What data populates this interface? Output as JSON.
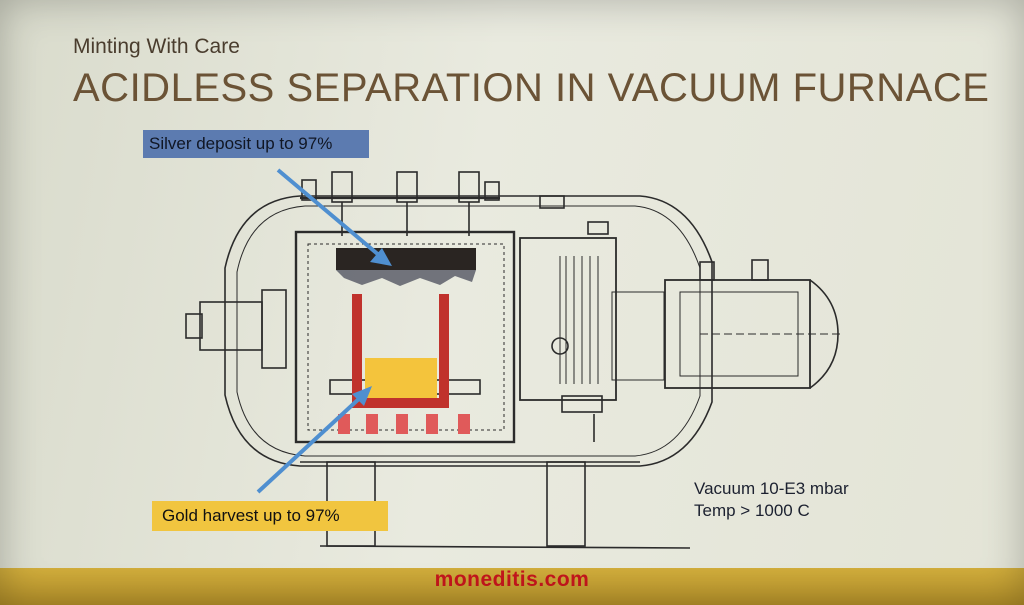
{
  "slide": {
    "subtitle": "Minting With Care",
    "title": "ACIDLESS SEPARATION IN VACUUM FURNACE"
  },
  "callouts": {
    "silver": "Silver deposit up to 97%",
    "gold": "Gold harvest up to 97%"
  },
  "specs": {
    "vacuum": "Vacuum 10-E3 mbar",
    "temp": "Temp > 1000 C"
  },
  "watermark": "moneditis.com",
  "colors": {
    "title": "#6b5336",
    "silver_label_bg": "#5c7bb0",
    "gold_label_bg": "#f1c53f",
    "crucible": "#c0322c",
    "gold_melt": "#f4c43c",
    "silver_plate": "#2a2522",
    "arrow": "#4f8fd0",
    "footer_band": "#c9a43a",
    "watermark": "#c4161c"
  }
}
